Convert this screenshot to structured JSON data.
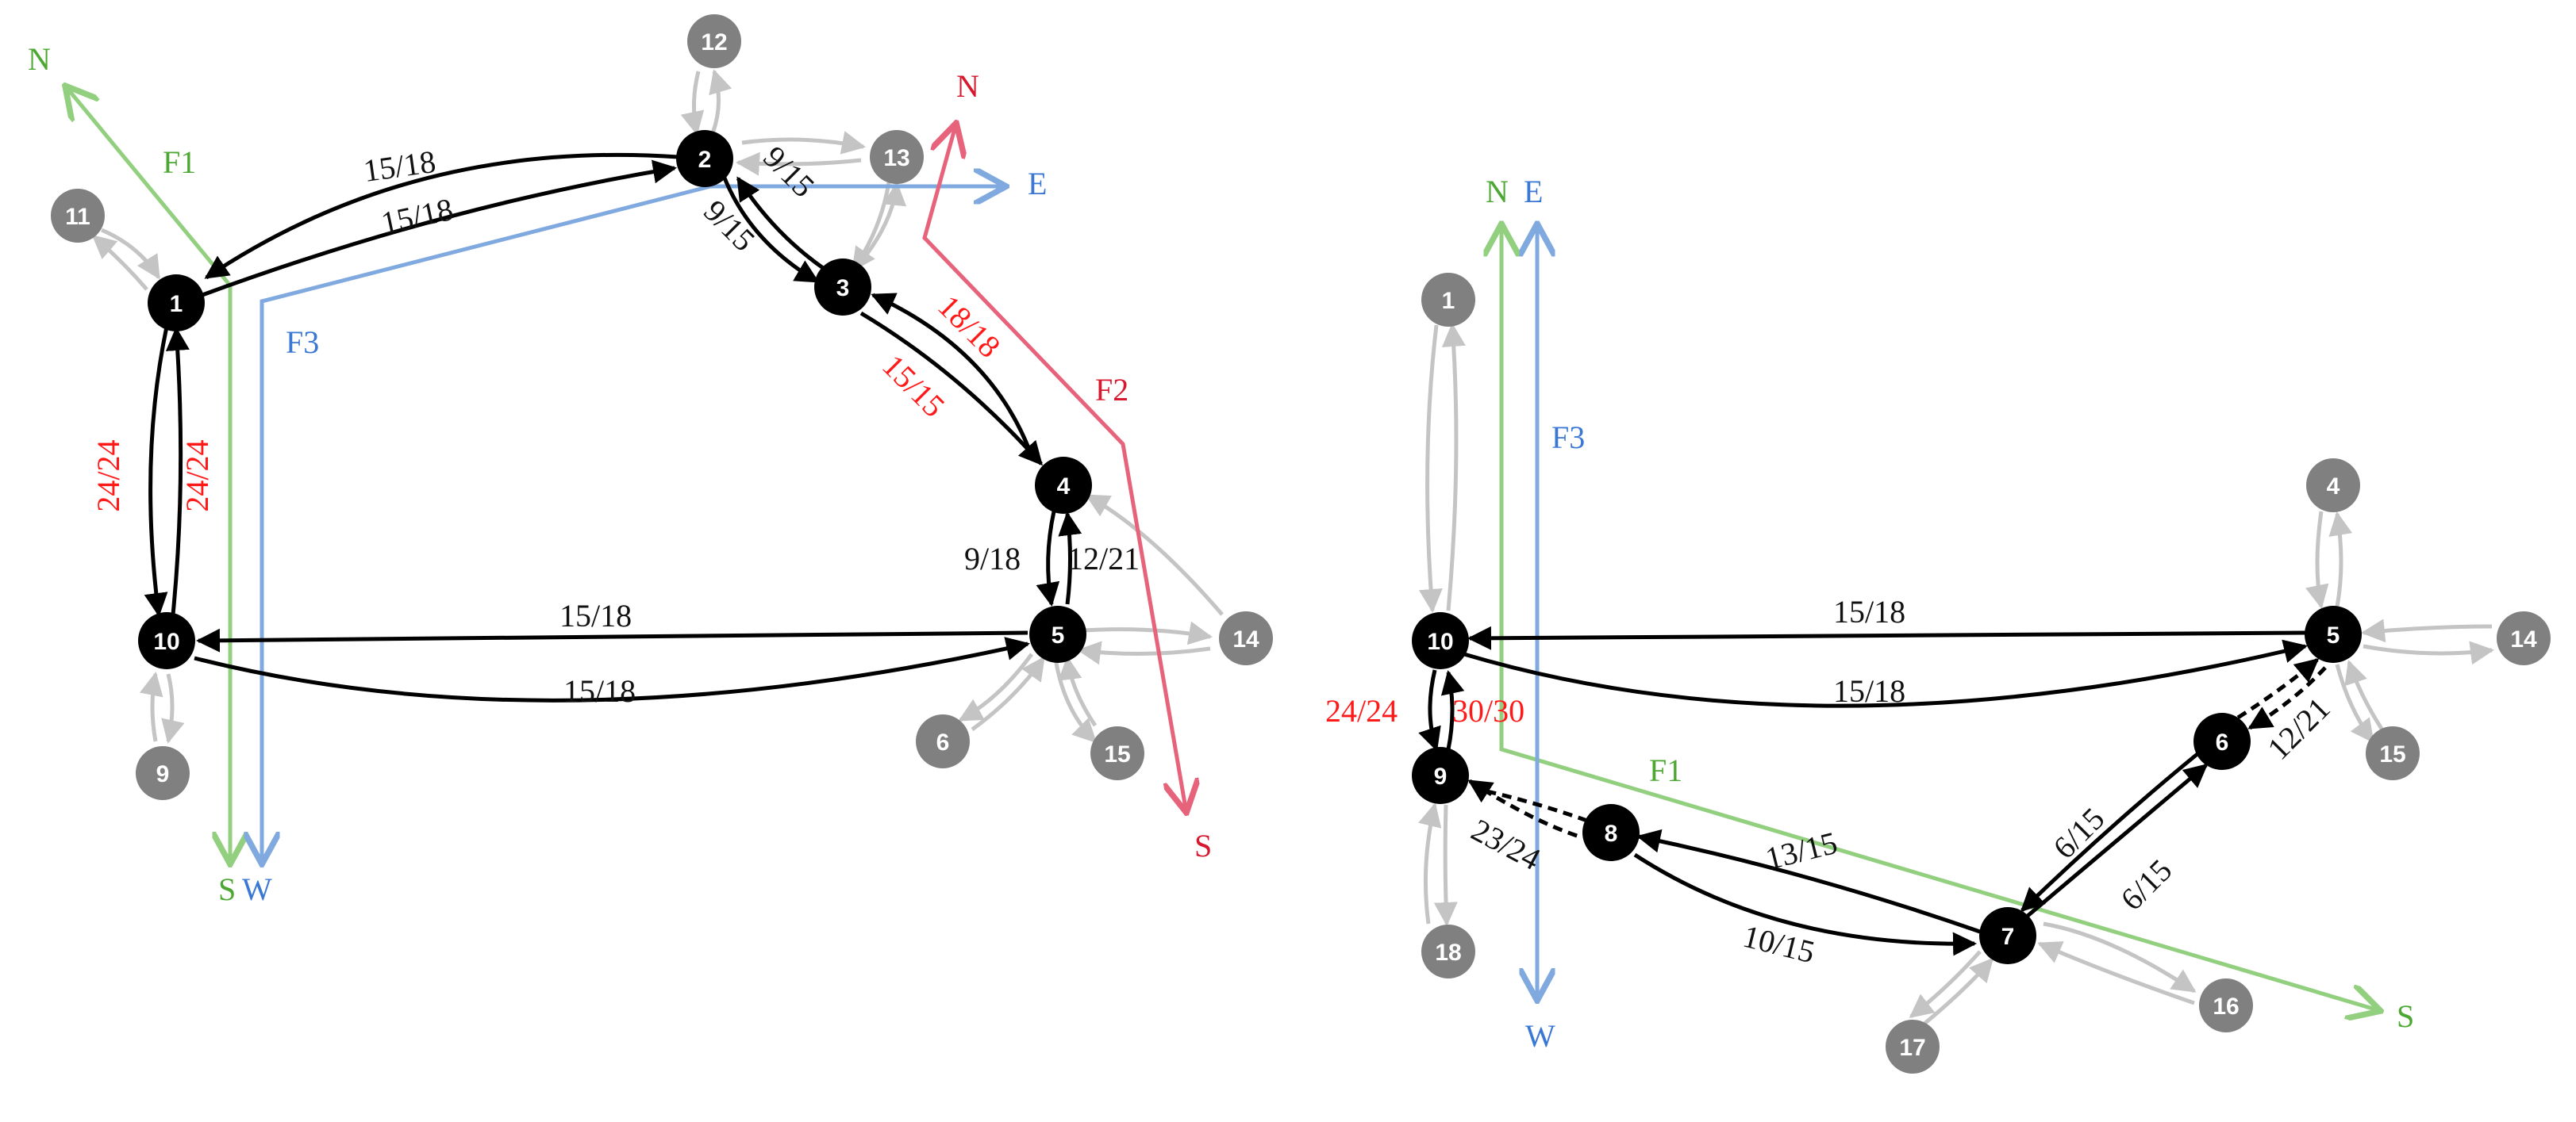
{
  "colors": {
    "black_node": "#000000",
    "gray_node": "#808080",
    "gray_edge": "#c4c4c4",
    "green_flow": "#92cf7f",
    "blue_flow": "#7fa9df",
    "red_flow": "#e7637b",
    "red_label": "#ff1a1a",
    "green_text": "#4ca832",
    "blue_text": "#3b78d4",
    "red_text": "#d7192f"
  },
  "left": {
    "nodes": {
      "n1": "1",
      "n2": "2",
      "n3": "3",
      "n4": "4",
      "n5": "5",
      "n10": "10",
      "n6": "6",
      "n9": "9",
      "n11": "11",
      "n12": "12",
      "n13": "13",
      "n14": "14",
      "n15": "15"
    },
    "edge_labels": {
      "e_1_2_top": "15/18",
      "e_1_2_bottom": "15/18",
      "e_2_3_a": "9/15",
      "e_2_3_b": "9/15",
      "e_3_4_a": "18/18",
      "e_3_4_b": "15/15",
      "e_4_5_a": "9/18",
      "e_4_5_b": "12/21",
      "e_5_10_top": "15/18",
      "e_10_5_bottom": "15/18",
      "e_1_10_a": "24/24",
      "e_1_10_b": "24/24"
    },
    "flows": {
      "f1_name": "F1",
      "f1_start": "N",
      "f1_end": "S",
      "f2_name": "F2",
      "f2_start": "N",
      "f2_end": "S",
      "f3_name": "F3",
      "f3_start": "E",
      "f3_end": "W"
    }
  },
  "right": {
    "nodes": {
      "n10": "10",
      "n9": "9",
      "n8": "8",
      "n7": "7",
      "n6": "6",
      "n5": "5",
      "n1": "1",
      "n4": "4",
      "n14": "14",
      "n15": "15",
      "n16": "16",
      "n17": "17",
      "n18": "18"
    },
    "edge_labels": {
      "e_5_10_top": "15/18",
      "e_10_5_bottom": "15/18",
      "e_10_9_a": "24/24",
      "e_10_9_b": "30/30",
      "e_9_8": "23/24",
      "e_8_7_top": "13/15",
      "e_8_7_bottom": "10/15",
      "e_7_6_a": "6/15",
      "e_7_6_b": "6/15",
      "e_6_5": "12/21"
    },
    "flows": {
      "f1_name": "F1",
      "f1_start": "N",
      "f1_end": "S",
      "f3_name": "F3",
      "f3_start": "E",
      "f3_end": "W"
    }
  }
}
